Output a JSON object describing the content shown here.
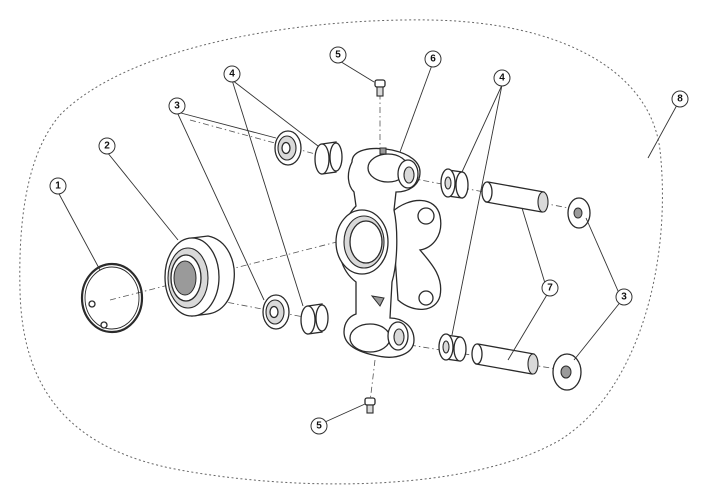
{
  "callouts": [
    {
      "id": "c1",
      "label": "1"
    },
    {
      "id": "c2",
      "label": "2"
    },
    {
      "id": "c3a",
      "label": "3"
    },
    {
      "id": "c4a",
      "label": "4"
    },
    {
      "id": "c5a",
      "label": "5"
    },
    {
      "id": "c6",
      "label": "6"
    },
    {
      "id": "c4b",
      "label": "4"
    },
    {
      "id": "c8",
      "label": "8"
    },
    {
      "id": "c7",
      "label": "7"
    },
    {
      "id": "c3b",
      "label": "3"
    },
    {
      "id": "c5b",
      "label": "5"
    }
  ]
}
